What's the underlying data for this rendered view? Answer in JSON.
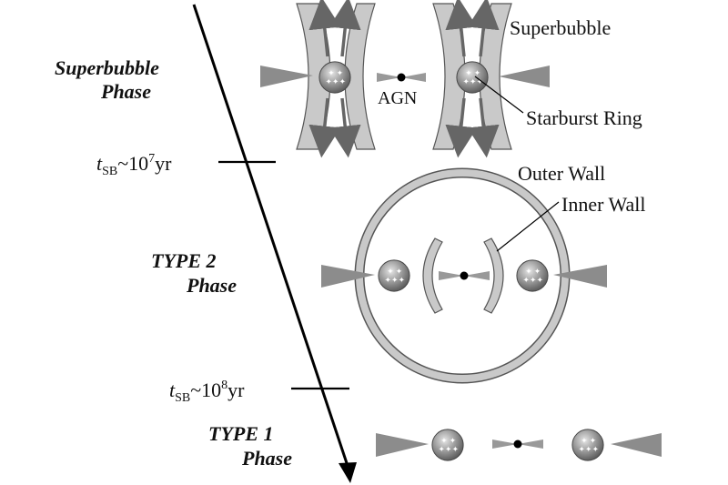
{
  "labels": {
    "superbubble": "Superbubble",
    "agn": "AGN",
    "starburst_ring": "Starburst Ring",
    "outer_wall": "Outer Wall",
    "inner_wall": "Inner Wall"
  },
  "phases": {
    "superbubble": {
      "line1": "Superbubble",
      "line2": "Phase"
    },
    "type2": {
      "line1": "TYPE 2",
      "line2": "Phase"
    },
    "type1": {
      "line1": "TYPE 1",
      "line2": "Phase"
    }
  },
  "timeline": {
    "tick1": {
      "t": "t",
      "sub": "SB",
      "base": "~10",
      "exp": "7",
      "unit": "yr"
    },
    "tick2": {
      "t": "t",
      "sub": "SB",
      "base": "~10",
      "exp": "8",
      "unit": "yr"
    }
  },
  "colors": {
    "wall": "#c9c9c9",
    "cloud": "#8c8c8c",
    "ink": "#111111"
  }
}
